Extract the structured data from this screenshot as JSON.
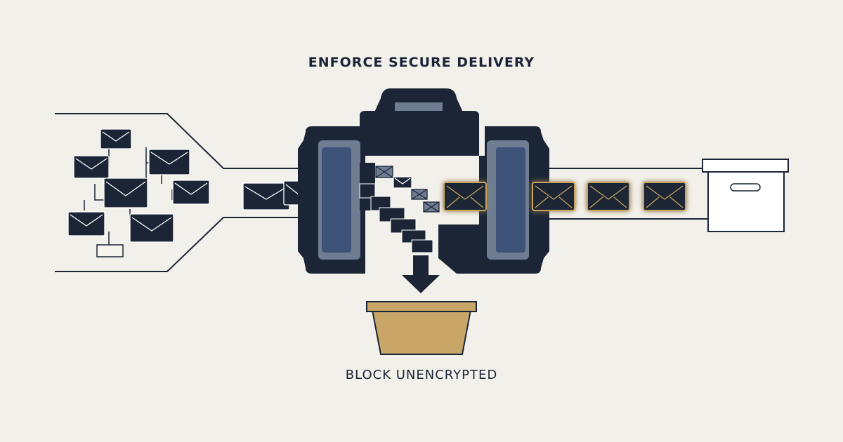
{
  "labels": {
    "top": "ENFORCE SECURE DELIVERY",
    "bottom": "BLOCK UNENCRYPTED"
  },
  "colors": {
    "background": "#f2f0eb",
    "navy": "#1c2536",
    "slate": "#6e7d92",
    "roller": "#3d5378",
    "gold": "#c7a35f",
    "bin_fill": "#c7a667",
    "crate_fill": "#ffffff"
  },
  "icons": {
    "envelope": "envelope-icon",
    "machine": "filter-machine",
    "down_arrow": "arrow-down-icon",
    "bin": "reject-bin",
    "destination": "storage-box"
  },
  "counts": {
    "incoming_envelopes": 9,
    "secure_envelopes": 4,
    "rejected_envelopes": 3
  }
}
